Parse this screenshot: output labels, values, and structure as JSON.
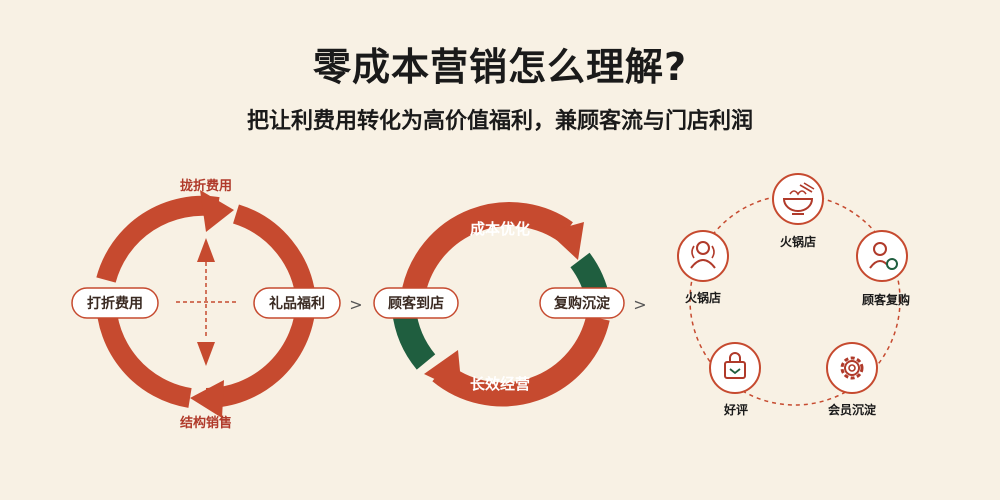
{
  "header": {
    "title": "零成本营销怎么理解?",
    "subtitle": "把让利费用转化为高价值福利，兼顾客流与门店利润"
  },
  "colors": {
    "red": "#c64a2f",
    "green": "#1f5e3f",
    "label": "#b03a2a",
    "background": "#f8f1e4"
  },
  "cycle1": {
    "top": "拢折费用",
    "bottom": "结构销售",
    "left": "打折费用",
    "right": "礼品福利"
  },
  "cycle2": {
    "top": "成本优化",
    "bottom": "长效经营",
    "left": "顾客到店",
    "right": "复购沉淀"
  },
  "separators": [
    ">",
    ">"
  ],
  "cycle3": {
    "nodes": [
      {
        "label": "火锅店",
        "icon": "noodle-bowl-icon"
      },
      {
        "label": "顾客复购",
        "icon": "customer-repeat-icon"
      },
      {
        "label": "会员沉淀",
        "icon": "gear-icon"
      },
      {
        "label": "好评",
        "icon": "shopping-bag-icon"
      },
      {
        "label": "火锅店",
        "icon": "people-icon"
      }
    ]
  }
}
